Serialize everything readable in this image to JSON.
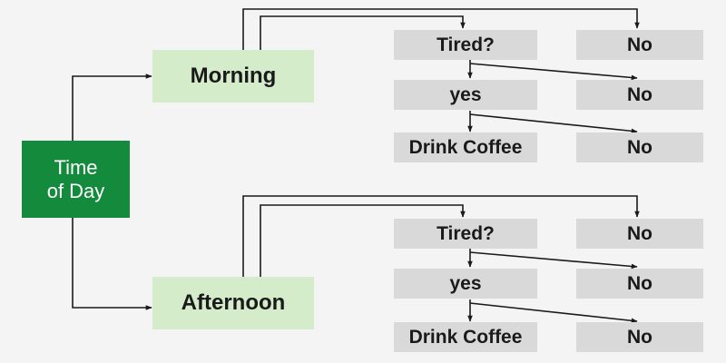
{
  "root": {
    "line1": "Time",
    "line2": "of Day"
  },
  "branches": [
    {
      "label": "Morning",
      "steps": [
        "Tired?",
        "yes",
        "Drink Coffee"
      ],
      "no_labels": [
        "No",
        "No",
        "No"
      ]
    },
    {
      "label": "Afternoon",
      "steps": [
        "Tired?",
        "yes",
        "Drink Coffee"
      ],
      "no_labels": [
        "No",
        "No",
        "No"
      ]
    }
  ],
  "colors": {
    "root_fill": "#138a3c",
    "branch_fill": "#d4ecc9",
    "step_fill": "#d9d9d9",
    "background": "#f4f4f4",
    "line": "#1a1a1a"
  }
}
